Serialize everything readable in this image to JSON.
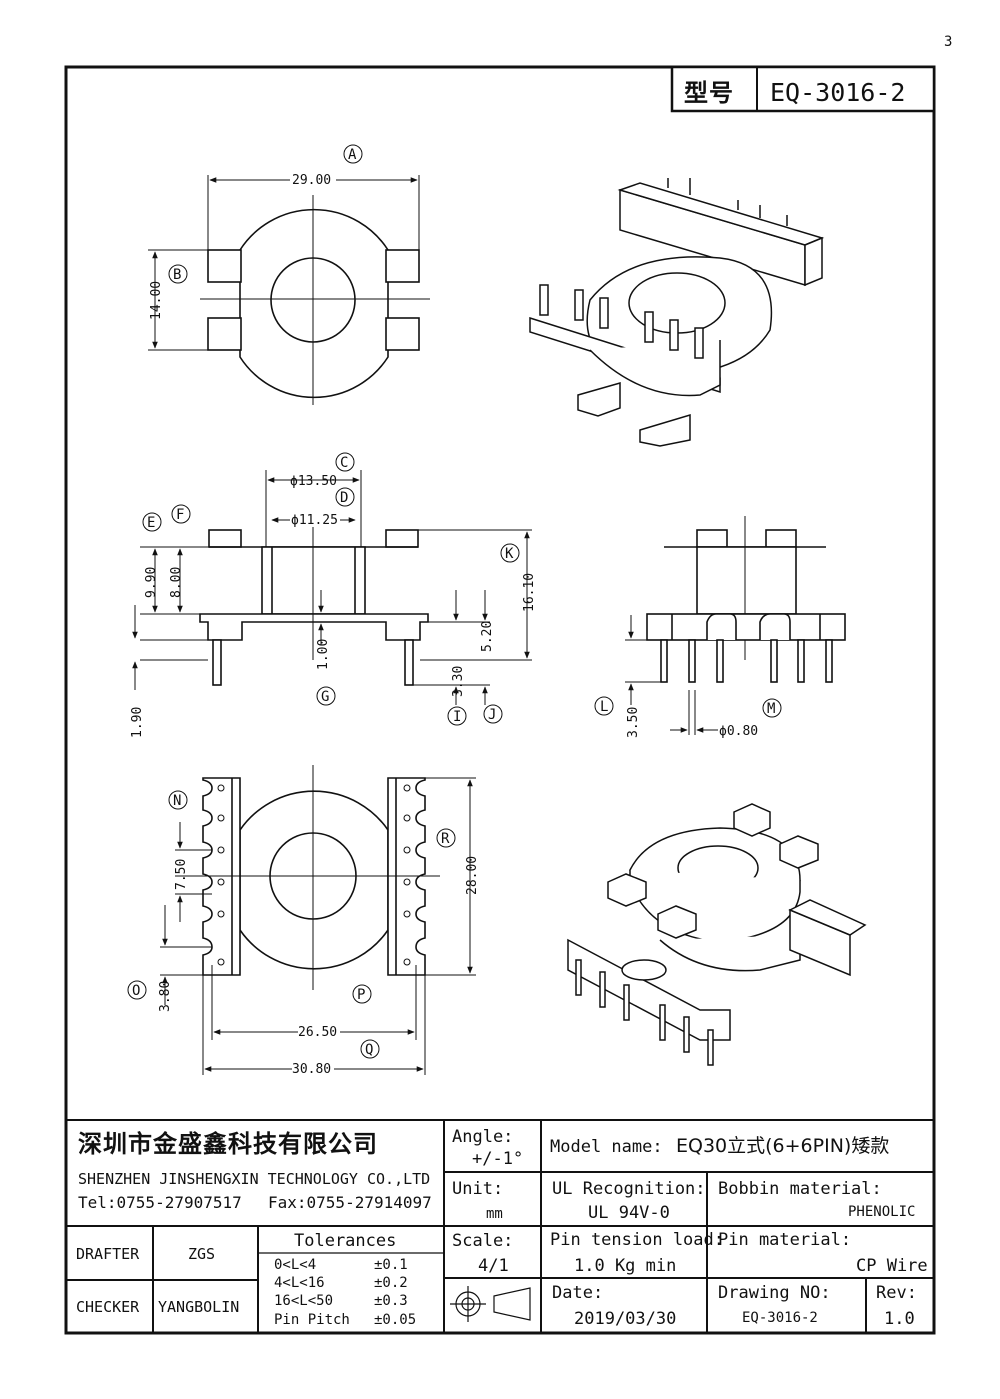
{
  "header": {
    "model_label": "型号",
    "model_value": "EQ-3016-2"
  },
  "page_marker": "3",
  "views": {
    "top": {
      "dims": {
        "width": "29.00",
        "height": "14.00"
      },
      "labels": [
        "A",
        "B"
      ]
    },
    "front": {
      "dims": {
        "outer_dia": "ϕ13.50",
        "inner_dia": "ϕ11.25",
        "h1": "9.90",
        "h2": "8.00",
        "h3": "16.10",
        "h4": "5.20",
        "h5": "3.30",
        "h6": "1.00",
        "h7": "1.90"
      },
      "labels": [
        "C",
        "D",
        "E",
        "F",
        "G",
        "I",
        "J",
        "K"
      ]
    },
    "side": {
      "dims": {
        "pin_len": "3.50",
        "pin_dia": "ϕ0.80"
      },
      "labels": [
        "L",
        "M"
      ]
    },
    "bottom": {
      "dims": {
        "pitch": "7.50",
        "height": "28.00",
        "offset": "3.80",
        "inner_w": "26.50",
        "outer_w": "30.80"
      },
      "labels": [
        "N",
        "O",
        "P",
        "Q",
        "R"
      ]
    }
  },
  "title_block": {
    "company_cn": "深圳市金盛鑫科技有限公司",
    "company_en": "SHENZHEN JINSHENGXIN TECHNOLOGY CO.,LTD",
    "tel": "Tel:0755-27907517",
    "fax": "Fax:0755-27914097",
    "angle_label": "Angle:",
    "angle_value": "+/-1°",
    "unit_label": "Unit:",
    "unit_value": "mm",
    "scale_label": "Scale:",
    "scale_value": "4/1",
    "model_name_label": "Model name:",
    "model_name_value": "EQ30立式(6+6PIN)矮款",
    "ul_label": "UL Recognition:",
    "ul_value": "UL 94V-0",
    "bobbin_label": "Bobbin material:",
    "bobbin_value": "PHENOLIC",
    "pin_tension_label": "Pin tension load:",
    "pin_tension_value": "1.0 Kg min",
    "pin_material_label": "Pin material:",
    "pin_material_value": "CP Wire",
    "date_label": "Date:",
    "date_value": "2019/03/30",
    "drawing_no_label": "Drawing NO:",
    "drawing_no_value": "EQ-3016-2",
    "rev_label": "Rev:",
    "rev_value": "1.0",
    "drafter_label": "DRAFTER",
    "drafter_value": "ZGS",
    "checker_label": "CHECKER",
    "checker_value": "YANGBOLIN",
    "tolerances_title": "Tolerances",
    "tolerances": [
      {
        "range": "0<L<4",
        "value": "±0.1"
      },
      {
        "range": "4<L<16",
        "value": "±0.2"
      },
      {
        "range": "16<L<50",
        "value": "±0.3"
      },
      {
        "range": "Pin Pitch",
        "value": "±0.05"
      }
    ]
  }
}
